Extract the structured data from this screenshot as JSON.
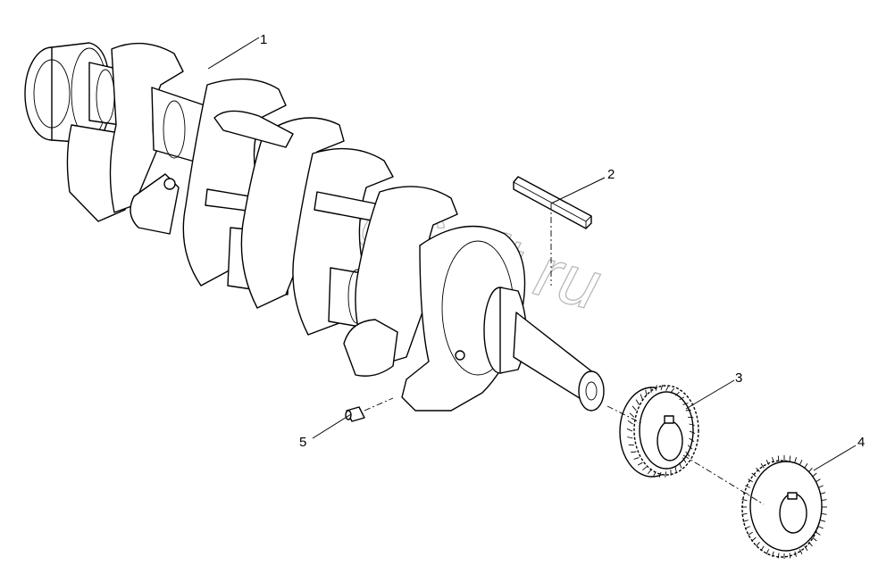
{
  "watermark": "AutoSoft.ru",
  "callouts": [
    {
      "number": "1"
    },
    {
      "number": "2"
    },
    {
      "number": "3"
    },
    {
      "number": "4"
    },
    {
      "number": "5"
    }
  ]
}
